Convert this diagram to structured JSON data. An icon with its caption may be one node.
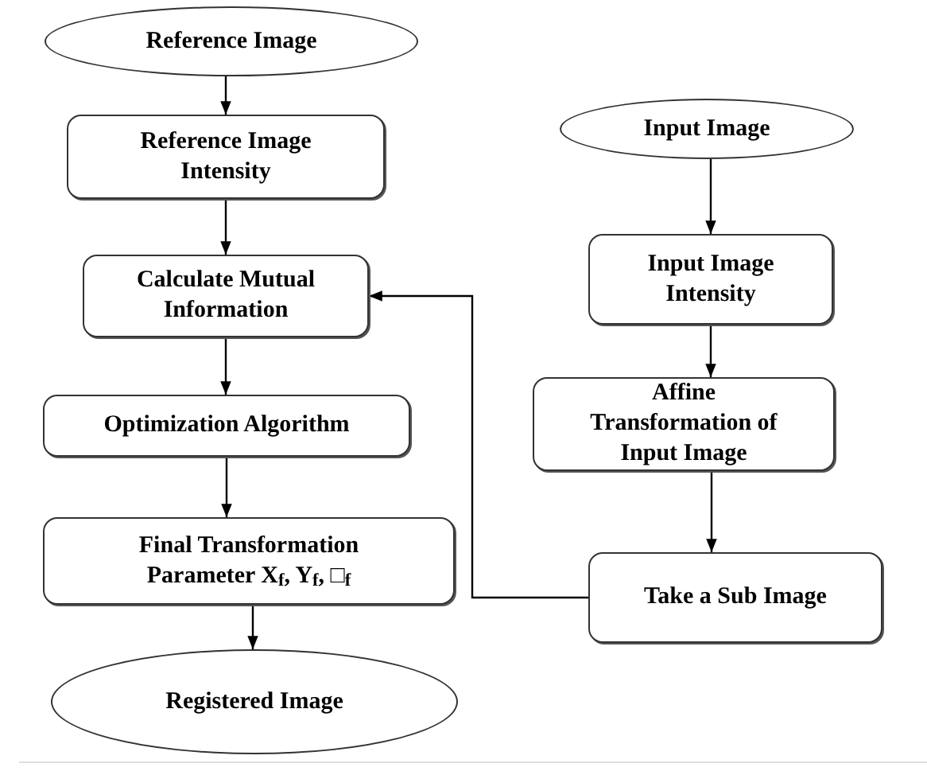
{
  "diagram": {
    "nodes": [
      {
        "text": [
          "Reference Image"
        ]
      },
      {
        "text": [
          "Reference Image Intensity"
        ]
      },
      {
        "text": [
          "Calculate Mutual Information"
        ]
      },
      {
        "text": [
          "Optimization Algorithm"
        ]
      },
      {
        "text": [
          "Final Transformation Parameter X$_{f}$, Y$_{f}$, □$_{f}$"
        ]
      },
      {
        "text": [
          "Registered Image"
        ]
      },
      {
        "text": [
          "Input Image"
        ]
      },
      {
        "text": [
          "Input Image Intensity"
        ]
      },
      {
        "text": [
          "Affine Transformation of Input Image"
        ]
      },
      {
        "text": [
          "Take a Sub Image"
        ]
      }
    ],
    "edges": [
      {
        "from": 0,
        "to": 1,
        "arrow": "to"
      },
      {
        "from": 1,
        "to": 2,
        "arrow": "to"
      },
      {
        "from": 2,
        "to": 3,
        "arrow": "to"
      },
      {
        "from": 3,
        "to": 4,
        "arrow": "to"
      },
      {
        "from": 4,
        "to": 5,
        "arrow": "to"
      },
      {
        "from": 6,
        "to": 7,
        "arrow": "to"
      },
      {
        "from": 7,
        "to": 8,
        "arrow": "to"
      },
      {
        "from": 8,
        "to": 9,
        "arrow": "to"
      },
      {
        "from": 9,
        "to": 2,
        "arrow": "to"
      }
    ]
  }
}
